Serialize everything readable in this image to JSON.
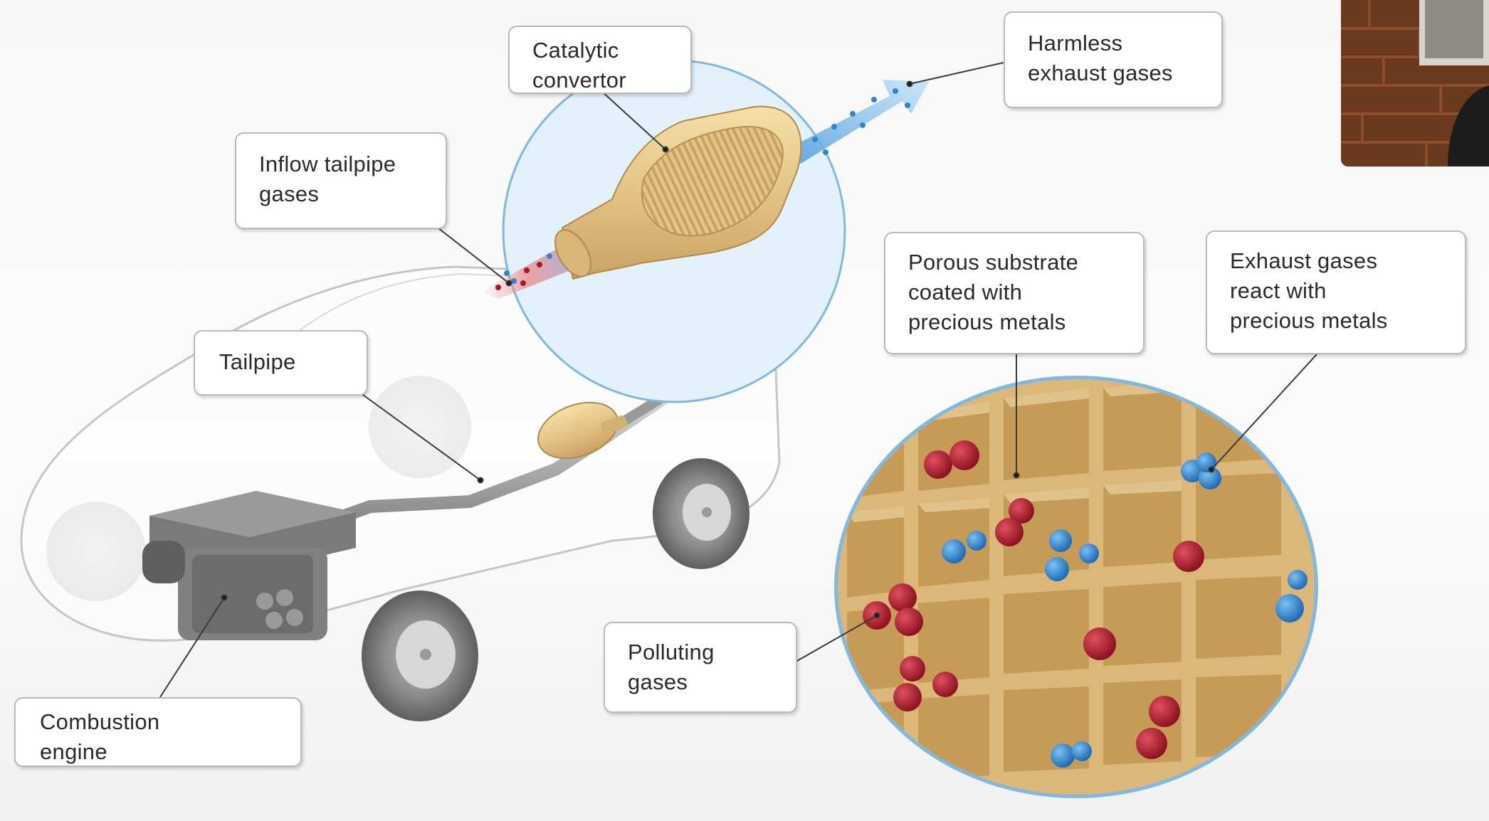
{
  "callouts": {
    "catalytic_convertor": [
      "Catalytic",
      "convertor"
    ],
    "harmless_exhaust": [
      "Harmless",
      "exhaust gases"
    ],
    "inflow_tailpipe": [
      "Inflow tailpipe",
      "gases"
    ],
    "tailpipe": [
      "Tailpipe"
    ],
    "porous_substrate": [
      "Porous substrate",
      "coated with",
      "precious metals"
    ],
    "exhaust_react": [
      "Exhaust gases",
      "react with",
      "precious metals"
    ],
    "polluting_gases": [
      "Polluting",
      "gases"
    ],
    "combustion_engine": [
      "Combustion",
      "engine"
    ]
  },
  "colors": {
    "pollutant_molecule": "#a3192a",
    "harmless_molecule": "#2f86d0",
    "substrate": "#e2bf84",
    "convertor_body": "#e8c98a",
    "magnifier_fill": "#e3f1fb",
    "magnifier_border": "#7fb8e0"
  },
  "icons": {
    "car": "car-outline",
    "engine": "engine-block",
    "converter": "catalytic-converter",
    "exhaust_arrow": "blue-arrow"
  }
}
